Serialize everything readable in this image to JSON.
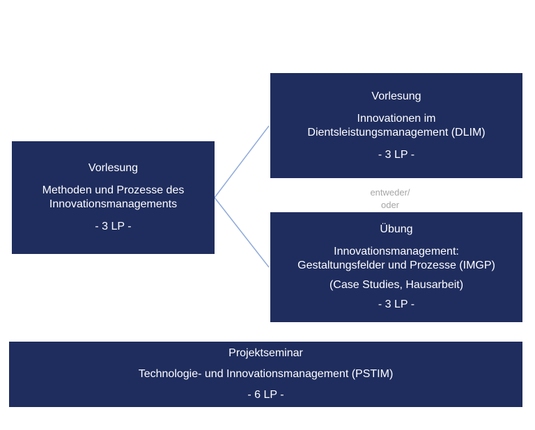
{
  "left_box": {
    "type": "Vorlesung",
    "title_line1": "Methoden und Prozesse des",
    "title_line2": "Innovationsmanagements",
    "credits": "- 3 LP -"
  },
  "right_top_box": {
    "type": "Vorlesung",
    "title_line1": "Innovationen im",
    "title_line2": "Dientsleistungsmanagement (DLIM)",
    "credits": "- 3 LP -"
  },
  "alternative_label": {
    "line1": "entweder/",
    "line2": "oder"
  },
  "right_bottom_box": {
    "type": "Übung",
    "title_line1": "Innovationsmanagement:",
    "title_line2": "Gestaltungsfelder und Prozesse (IMGP)",
    "note": "(Case Studies, Hausarbeit)",
    "credits": "- 3 LP -"
  },
  "bottom_box": {
    "type": "Projektseminar",
    "title": "Technologie- und Innovationsmanagement (PSTIM)",
    "credits": "- 6 LP -"
  },
  "colors": {
    "box_fill": "#1f2d5e",
    "box_text": "#ffffff",
    "connector": "#8faadc",
    "alt_label": "#a6a6a6"
  }
}
